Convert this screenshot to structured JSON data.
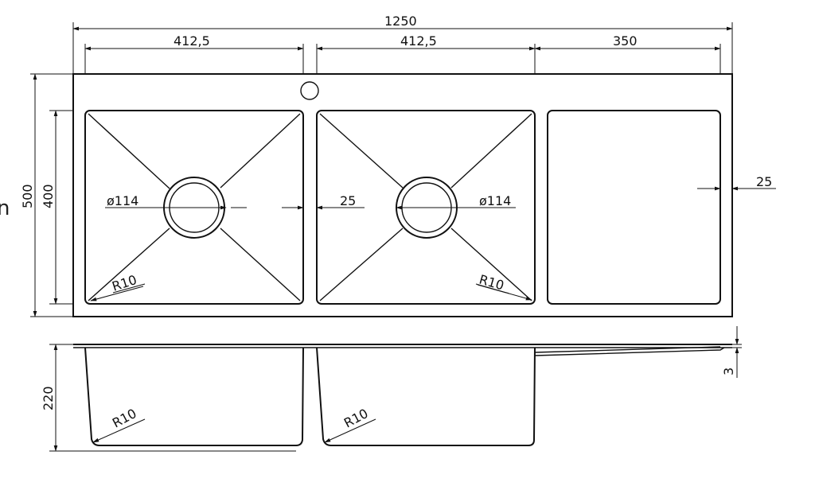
{
  "drawing": {
    "overall_width": "1250",
    "bowl_left_width": "412,5",
    "bowl_right_width": "412,5",
    "drainboard_width": "350",
    "overall_depth": "500",
    "bowl_depth": "400",
    "drain_left": "ø114",
    "drain_right": "ø114",
    "gap_between_bowls": "25",
    "drainboard_margin": "25",
    "radius_left_top": "R10",
    "radius_right_top": "R10",
    "bowl_height": "220",
    "radius_left_side": "R10",
    "radius_right_side": "R10",
    "thickness": "3",
    "partial_left_glyph": "n"
  }
}
